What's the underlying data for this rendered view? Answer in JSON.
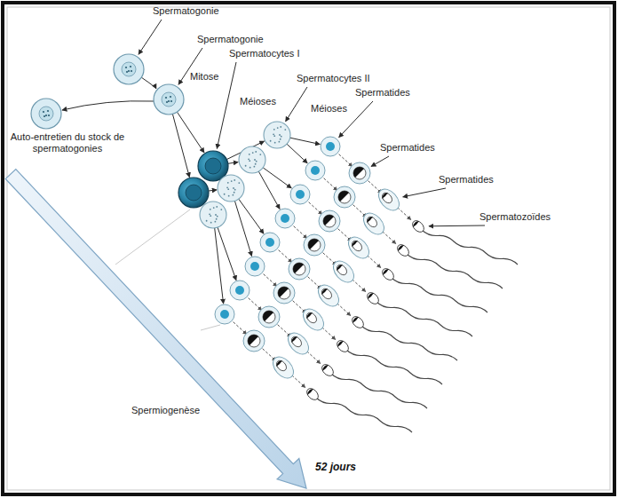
{
  "diagram": {
    "labels": [
      "Spermatogonie",
      "Spermatogonie",
      "Mitose",
      "Spermatocytes I",
      "Méioses",
      "Spermatocytes II",
      "Méioses",
      "Spermatides",
      "Spermatides",
      "Spermatides",
      "Spermatozoïdes",
      "Auto-entretien du stock de spermatogonies",
      "Spermiogenèse",
      "52 jours"
    ]
  }
}
